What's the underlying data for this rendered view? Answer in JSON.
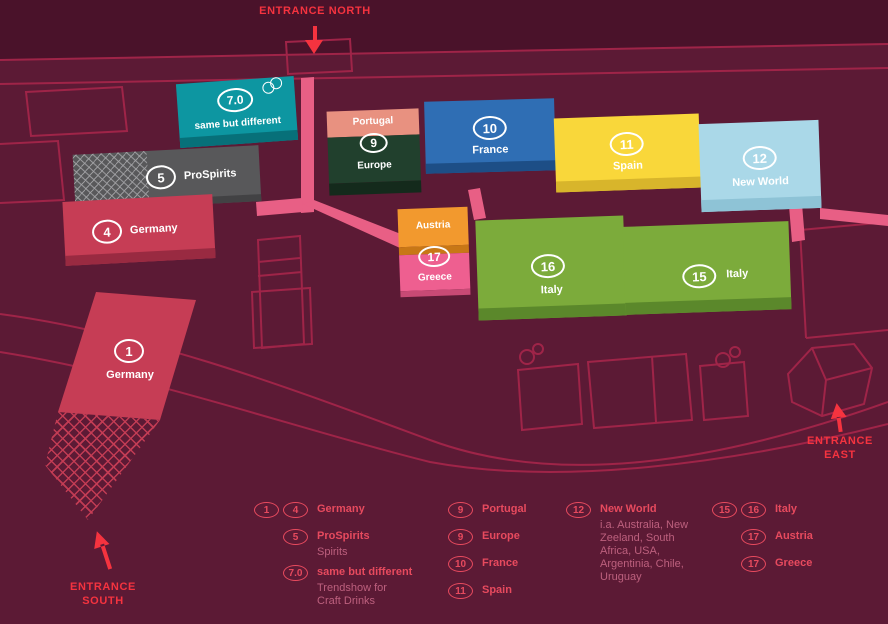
{
  "entrances": {
    "north": "ENTRANCE NORTH",
    "south": "ENTRANCE SOUTH",
    "east": "ENTRANCE EAST"
  },
  "halls": {
    "same_but_different": {
      "badge": "7.0",
      "label": "same but different",
      "color": "#0d96a1"
    },
    "prospirits": {
      "badge": "5",
      "label": "ProSpirits",
      "color": "#58585a"
    },
    "germany4": {
      "badge": "4",
      "label": "Germany",
      "color": "#c63d55"
    },
    "germany1": {
      "badge": "1",
      "label": "Germany",
      "color": "#c63d55"
    },
    "hall9": {
      "badge": "9",
      "portugal": "Portugal",
      "europe": "Europe",
      "portugal_color": "#e89180",
      "europe_color": "#21402d"
    },
    "france": {
      "badge": "10",
      "label": "France",
      "color": "#2f6eb4"
    },
    "spain": {
      "badge": "11",
      "label": "Spain",
      "color": "#f9d73a"
    },
    "new_world": {
      "badge": "12",
      "label": "New World",
      "color": "#aad8e8"
    },
    "hall17": {
      "badge": "17",
      "austria": "Austria",
      "greece": "Greece",
      "austria_color": "#f2992e",
      "greece_color": "#ee5f90"
    },
    "italy16": {
      "badge": "16",
      "label": "Italy",
      "color": "#7cab3b"
    },
    "italy15": {
      "badge": "15",
      "label": "Italy",
      "color": "#7cab3b"
    }
  },
  "legend": {
    "items": [
      {
        "badges": [
          "1",
          "4"
        ],
        "title": "Germany"
      },
      {
        "badges": [
          "5"
        ],
        "title": "ProSpirits",
        "subtitle": "Spirits"
      },
      {
        "badges": [
          "7.0"
        ],
        "title": "same but different",
        "subtitle": "Trendshow for Craft Drinks"
      },
      {
        "badges": [
          "9"
        ],
        "title": "Portugal"
      },
      {
        "badges": [
          "9"
        ],
        "title": "Europe"
      },
      {
        "badges": [
          "10"
        ],
        "title": "France"
      },
      {
        "badges": [
          "11"
        ],
        "title": "Spain"
      },
      {
        "badges": [
          "12"
        ],
        "title": "New World",
        "subtitle": "i.a. Australia, New Zeeland, South Africa, USA, Argentinia, Chile, Uruguay"
      },
      {
        "badges": [
          "15",
          "16"
        ],
        "title": "Italy"
      },
      {
        "badges": [
          "17"
        ],
        "title": "Austria"
      },
      {
        "badges": [
          "17"
        ],
        "title": "Greece"
      }
    ]
  },
  "colors": {
    "background": "#5c1a35",
    "outline": "#9f2448",
    "accent_red": "#f5333f",
    "legend_red": "#e74a5e",
    "legend_muted": "#bd607e",
    "connector_pink": "#e85f85",
    "teal": "#0d96a1",
    "gray": "#58585a",
    "crimson": "#c63d55",
    "salmon": "#e89180",
    "dark_green": "#21402d",
    "blue": "#2f6eb4",
    "yellow": "#f9d73a",
    "light_blue": "#aad8e8",
    "orange": "#f2992e",
    "pink": "#ee5f90",
    "green": "#7cab3b"
  }
}
